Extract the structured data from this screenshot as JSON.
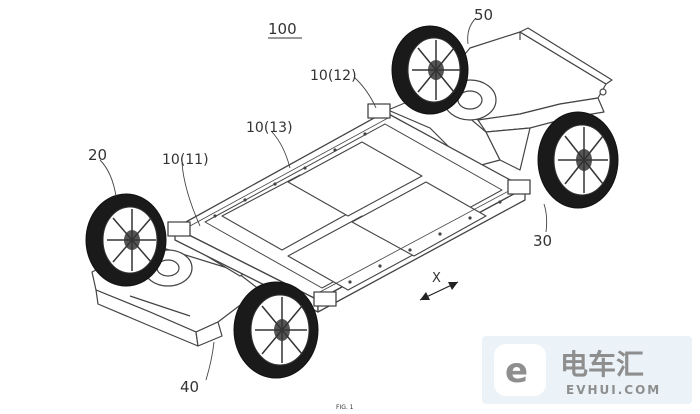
{
  "figure": {
    "labels": {
      "assembly": "100",
      "battery_frame_front": "10(11)",
      "battery_frame_mid": "10(13)",
      "battery_frame_rear": "10(12)",
      "front_left_wheel": "20",
      "rear_right_wheel": "30",
      "front_axle_module": "40",
      "rear_axle_module": "50",
      "direction": "X"
    },
    "caption": "FIG. 1"
  },
  "watermark": {
    "brand": "电车汇",
    "domain": "EVHUI.COM"
  }
}
